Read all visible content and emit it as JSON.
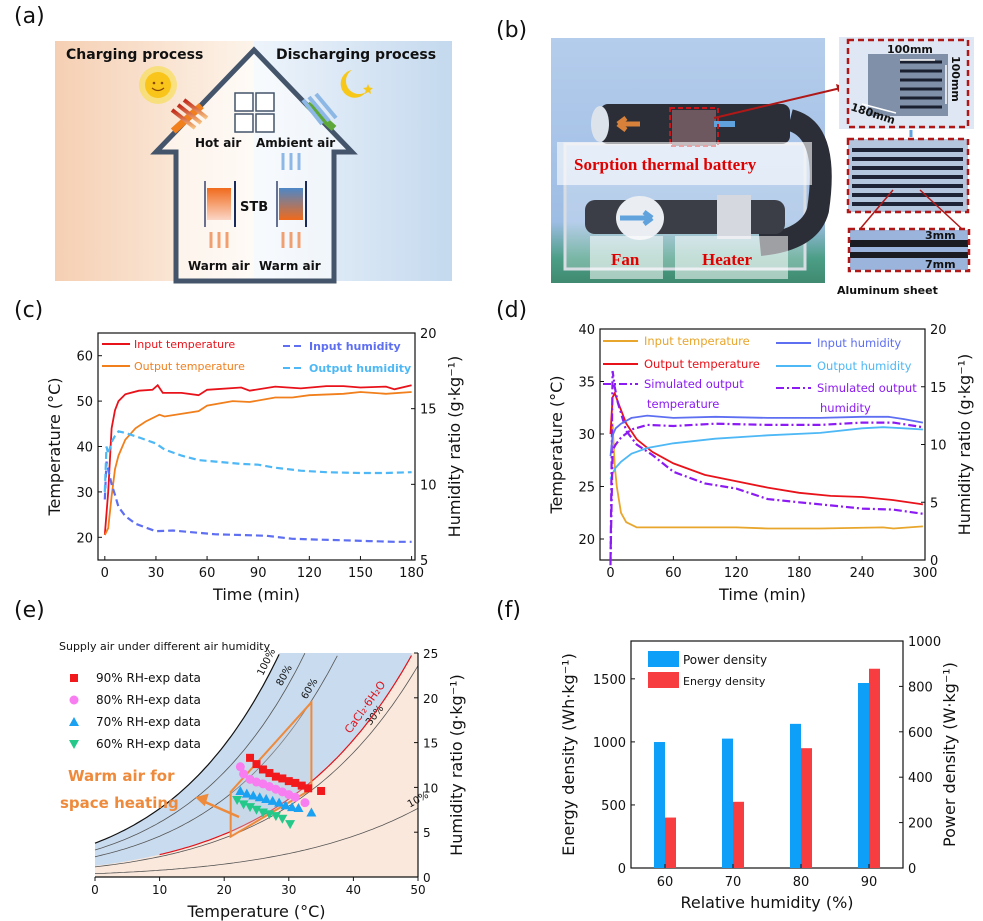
{
  "panel_labels": [
    "(a)",
    "(b)",
    "(c)",
    "(d)",
    "(e)",
    "(f)"
  ],
  "panel_a": {
    "left_title": "Charging process",
    "right_title": "Discharging process",
    "hot_air": "Hot air",
    "ambient_air": "Ambient air",
    "stb": "STB",
    "warm_air_left": "Warm air",
    "warm_air_right": "Warm air",
    "colors": {
      "charging_bg": "#f7d2b8",
      "discharging_bg": "#c9dcef",
      "house_stroke": "#44546a"
    }
  },
  "panel_b": {
    "battery_label": "Sorption thermal battery",
    "fan_label": "Fan",
    "heater_label": "Heater",
    "dim_width": "100mm",
    "dim_height": "100mm",
    "dim_depth": "180mm",
    "dim_gap": "3mm",
    "dim_pitch": "7mm",
    "caption": "Aluminum sheet",
    "colors": {
      "label_red": "#e00000",
      "frame_red": "#b01818"
    }
  },
  "chart_data": [
    {
      "id": "c",
      "type": "line",
      "xlabel": "Time (min)",
      "ylabel": "Temperature (°C)",
      "y2label": "Humidity ratio (g·kg⁻¹)",
      "xlim": [
        -4,
        182
      ],
      "ylim": [
        15,
        65
      ],
      "y2lim": [
        5,
        20
      ],
      "xticks": [
        0,
        30,
        60,
        90,
        120,
        150,
        180
      ],
      "yticks": [
        20,
        30,
        40,
        50,
        60
      ],
      "y2ticks": [
        5,
        10,
        15,
        20
      ],
      "series": [
        {
          "name": "Input temperature",
          "axis": "left",
          "color": "#e8121a",
          "style": "solid",
          "x": [
            0,
            2,
            4,
            6,
            8,
            12,
            20,
            28,
            31,
            34,
            45,
            55,
            60,
            80,
            85,
            100,
            115,
            130,
            140,
            150,
            165,
            170,
            180
          ],
          "y": [
            20.5,
            30,
            44,
            48,
            50,
            51.5,
            52.3,
            52.5,
            53.5,
            51.8,
            51.8,
            51.3,
            52.5,
            53,
            52.3,
            53.2,
            52.8,
            53.3,
            53.3,
            53,
            53.2,
            52.6,
            53.5
          ]
        },
        {
          "name": "Output temperature",
          "axis": "left",
          "color": "#f07f1c",
          "style": "solid",
          "x": [
            0,
            2,
            4,
            6,
            8,
            12,
            18,
            24,
            32,
            35,
            55,
            60,
            75,
            85,
            100,
            110,
            120,
            140,
            150,
            165,
            180
          ],
          "y": [
            20.5,
            22,
            29,
            35,
            38,
            41.5,
            44,
            45.5,
            47,
            46.6,
            47.8,
            49,
            50,
            49.8,
            50.8,
            50.8,
            51.3,
            51.6,
            52,
            51.6,
            52
          ]
        },
        {
          "name": "Input humidity",
          "axis": "right",
          "color": "#5e6ff2",
          "style": "dashed",
          "x": [
            0,
            1,
            2,
            3,
            4,
            6,
            8,
            12,
            18,
            25,
            30,
            40,
            55,
            65,
            80,
            95,
            110,
            125,
            140,
            155,
            170,
            180
          ],
          "y": [
            9,
            11.5,
            11,
            10.5,
            10,
            9.3,
            8.5,
            7.9,
            7.4,
            7.1,
            6.9,
            6.95,
            6.8,
            6.7,
            6.65,
            6.6,
            6.4,
            6.35,
            6.3,
            6.25,
            6.2,
            6.2
          ]
        },
        {
          "name": "Output humidity",
          "axis": "right",
          "color": "#4db8f5",
          "style": "dashed",
          "x": [
            0,
            1,
            2,
            4,
            6,
            8,
            12,
            20,
            30,
            35,
            45,
            55,
            65,
            80,
            90,
            100,
            115,
            130,
            150,
            165,
            180
          ],
          "y": [
            9.5,
            12.5,
            12,
            12.8,
            13.2,
            13.5,
            13.4,
            13.1,
            12.7,
            12.3,
            11.9,
            11.6,
            11.5,
            11.35,
            11.3,
            11.1,
            10.9,
            10.8,
            10.75,
            10.75,
            10.8
          ]
        }
      ]
    },
    {
      "id": "d",
      "type": "line",
      "xlabel": "Time (min)",
      "ylabel": "Temperature (°C)",
      "y2label": "Humidity ratio (g·kg⁻¹)",
      "xlim": [
        -10,
        300
      ],
      "ylim": [
        18,
        40
      ],
      "y2lim": [
        0,
        20
      ],
      "xticks": [
        0,
        60,
        120,
        180,
        240,
        300
      ],
      "yticks": [
        20,
        25,
        30,
        35,
        40
      ],
      "y2ticks": [
        0,
        5,
        10,
        15,
        20
      ],
      "series": [
        {
          "name": "Input temperature",
          "axis": "left",
          "color": "#e8a62c",
          "style": "solid",
          "x": [
            0,
            2,
            4,
            6,
            10,
            15,
            25,
            60,
            120,
            150,
            200,
            260,
            270,
            298
          ],
          "y": [
            30,
            31,
            27,
            25,
            22.5,
            21.6,
            21.1,
            21.1,
            21.1,
            21,
            21,
            21.1,
            21,
            21.2
          ]
        },
        {
          "name": "Output temperature",
          "axis": "left",
          "color": "#e8121a",
          "style": "solid",
          "x": [
            0,
            2,
            4,
            8,
            15,
            25,
            40,
            60,
            90,
            120,
            150,
            180,
            210,
            240,
            270,
            298
          ],
          "y": [
            30,
            33.5,
            33.9,
            32.8,
            31,
            29.5,
            28.3,
            27.2,
            26.1,
            25.5,
            24.9,
            24.4,
            24.1,
            24,
            23.7,
            23.3
          ]
        },
        {
          "name": "Simulated output temperature",
          "axis": "left",
          "color": "#8b1bf2",
          "style": "dashdot",
          "x": [
            0,
            2,
            4,
            7,
            10,
            15,
            25,
            40,
            60,
            90,
            120,
            150,
            180,
            210,
            240,
            270,
            298
          ],
          "y": [
            17.5,
            36,
            34.5,
            33,
            32,
            30.3,
            29,
            28,
            26.4,
            25.3,
            24.8,
            23.8,
            23.5,
            23.2,
            22.9,
            22.8,
            22.4
          ]
        },
        {
          "name": "Input humidity",
          "axis": "right",
          "color": "#5e6ff2",
          "style": "solid",
          "x": [
            0,
            2,
            5,
            10,
            20,
            35,
            60,
            100,
            150,
            200,
            240,
            265,
            280,
            298
          ],
          "y": [
            9,
            10.8,
            11.4,
            11.8,
            12.3,
            12.5,
            12.3,
            12.4,
            12.3,
            12.3,
            12.4,
            12.4,
            12.2,
            11.9
          ]
        },
        {
          "name": "Output humidity",
          "axis": "right",
          "color": "#4db8f5",
          "style": "solid",
          "x": [
            0,
            2,
            5,
            10,
            20,
            35,
            60,
            100,
            150,
            200,
            240,
            260,
            280,
            298
          ],
          "y": [
            7,
            7.5,
            8,
            8.5,
            9.2,
            9.7,
            10.1,
            10.5,
            10.8,
            11,
            11.4,
            11.5,
            11.4,
            11.3
          ]
        },
        {
          "name": "Simulated output humidity",
          "axis": "right",
          "color": "#8b1bf2",
          "style": "dashdot",
          "x": [
            0,
            2,
            5,
            10,
            20,
            35,
            60,
            100,
            150,
            200,
            240,
            270,
            298
          ],
          "y": [
            0,
            9.5,
            10,
            10.6,
            11.3,
            11.7,
            11.6,
            11.8,
            11.7,
            11.7,
            11.9,
            11.9,
            11.5
          ]
        }
      ]
    },
    {
      "id": "e",
      "type": "scatter",
      "title": "Supply air under different air humidity",
      "xlabel": "Temperature (°C)",
      "y2label": "Humidity ratio (g·kg⁻¹)",
      "xlim": [
        0,
        50
      ],
      "y2lim": [
        0,
        25
      ],
      "xticks": [
        0,
        10,
        20,
        30,
        40,
        50
      ],
      "y2ticks": [
        0,
        5,
        10,
        15,
        20,
        25
      ],
      "rh_curves": [
        {
          "label": "100%",
          "rh": 1.0
        },
        {
          "label": "80%",
          "rh": 0.8
        },
        {
          "label": "60%",
          "rh": 0.6
        },
        {
          "label": "30%",
          "rh": 0.3
        },
        {
          "label": "10%",
          "rh": 0.1
        }
      ],
      "salt_curve_label": "CaCl₂·6H₂O",
      "annotation": "Warm air for space heating",
      "annotation_lines": [
        "Warm air for",
        "space heating"
      ],
      "region_polygon": [
        [
          21,
          4.5
        ],
        [
          21,
          9.5
        ],
        [
          33.5,
          19.5
        ],
        [
          33.5,
          9.8
        ]
      ],
      "series": [
        {
          "name": "90% RH-exp data",
          "marker": "square",
          "color": "#f2191c",
          "x": [
            24,
            25,
            26,
            27,
            28,
            29,
            30,
            31,
            32,
            33,
            35
          ],
          "y": [
            13.3,
            12.6,
            12,
            11.6,
            11.2,
            11,
            10.7,
            10.5,
            10.2,
            9.9,
            9.6
          ]
        },
        {
          "name": "80% RH-exp data",
          "marker": "circle",
          "color": "#f77df0",
          "x": [
            22.5,
            23,
            24,
            25,
            26,
            27,
            28,
            29,
            30,
            31,
            32.5
          ],
          "y": [
            12.3,
            11.5,
            10.9,
            10.6,
            10.4,
            10.1,
            9.8,
            9.5,
            9.2,
            8.9,
            8.3
          ]
        },
        {
          "name": "70% RH-exp data",
          "marker": "triangle-up",
          "color": "#1ba1f2",
          "x": [
            22.5,
            23.5,
            24.5,
            25.5,
            26.5,
            27.5,
            28.5,
            29.5,
            30.5,
            31.5,
            33.5
          ],
          "y": [
            9.6,
            9.3,
            9.1,
            8.9,
            8.7,
            8.5,
            8.3,
            8,
            7.8,
            7.7,
            7.2
          ]
        },
        {
          "name": "60% RH-exp data",
          "marker": "triangle-down",
          "color": "#24c98a",
          "x": [
            22,
            23,
            24,
            25,
            26,
            27,
            28,
            29,
            30.2
          ],
          "y": [
            8.6,
            8.1,
            7.8,
            7.5,
            7.2,
            7,
            6.8,
            6.5,
            5.9
          ]
        }
      ]
    },
    {
      "id": "f",
      "type": "bar",
      "xlabel": "Relative humidity (%)",
      "ylabel": "Energy density (Wh·kg⁻¹)",
      "y2label": "Power density (W·kg⁻¹)",
      "categories": [
        "60",
        "70",
        "80",
        "90"
      ],
      "ylim": [
        0,
        1800
      ],
      "y2lim": [
        0,
        1000
      ],
      "yticks": [
        0,
        500,
        1000,
        1500
      ],
      "y2ticks": [
        0,
        200,
        400,
        600,
        800,
        1000
      ],
      "series": [
        {
          "name": "Power density",
          "axis": "right",
          "color": "#0ea0f8",
          "values": [
            555,
            570,
            635,
            815
          ]
        },
        {
          "name": "Energy density",
          "axis": "left",
          "color": "#f73d3f",
          "values": [
            400,
            525,
            950,
            1580
          ]
        }
      ]
    }
  ]
}
